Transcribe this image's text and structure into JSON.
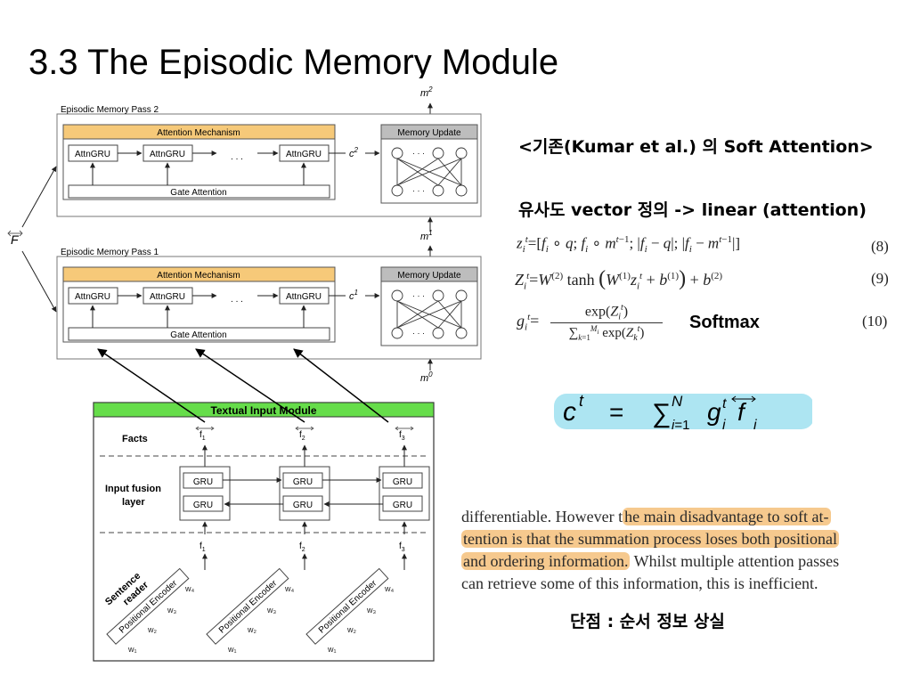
{
  "slide": {
    "title": "3.3 The Episodic Memory Module",
    "notes": {
      "kumar": "<기존(Kumar et al.) 의 Soft Attention>",
      "similarity": "유사도 vector 정의 -> linear (attention)",
      "softmax": "Softmax",
      "drawback": "단점 : 순서 정보 상실"
    }
  },
  "diagram": {
    "pass2_label": "Episodic Memory Pass 2",
    "pass1_label": "Episodic Memory Pass 1",
    "attention_mechanism": "Attention Mechanism",
    "memory_update": "Memory Update",
    "attngru": "AttnGRU",
    "gate_attention": "Gate Attention",
    "dots": ". . .",
    "c2": "c",
    "c2_sup": "2",
    "c1": "c",
    "c1_sup": "1",
    "m2": "m",
    "m2_sup": "2",
    "m1": "m",
    "m1_sup": "1",
    "m0": "m",
    "m0_sup": "0",
    "F": "F",
    "input_module_title": "Textual Input Module",
    "facts_label": "Facts",
    "fusion_label_1": "Input fusion",
    "fusion_label_2": "layer",
    "gru": "GRU",
    "sentence_reader_1": "Sentence",
    "sentence_reader_2": "reader",
    "positional_encoder": "Positional Encoder",
    "f": "f",
    "f_subs": [
      "1",
      "2",
      "3"
    ]
  },
  "equations": {
    "eq8": "z_i^t = [ f_i ∘ q ; f_i ∘ m^(t−1) ; | f_i − q | ; | f_i − m^(t−1) | ]",
    "eq8_num": "(8)",
    "eq9": "Z_i^t = W^(2) tanh( W^(1) z_i^t + b^(1) ) + b^(2)",
    "eq9_num": "(9)",
    "eq10_lhs": "g_i^t =",
    "eq10_numer": "exp(Z_i^t)",
    "eq10_denom": "Σ_{k=1}^{M_i} exp(Z_k^t)",
    "eq10_num": "(10)",
    "context": "c^t = Σ_{i=1}^{N} g_i^t f_i"
  },
  "excerpt": {
    "l1a": "differentiable.  However t",
    "l1b": "he main disadvantage to soft at-",
    "l2": "tention is that the summation process loses both positional",
    "l3a": "and ordering information.",
    "l3b": " Whilst multiple attention passes",
    "l4": "can retrieve some of this information, this is inefficient."
  }
}
